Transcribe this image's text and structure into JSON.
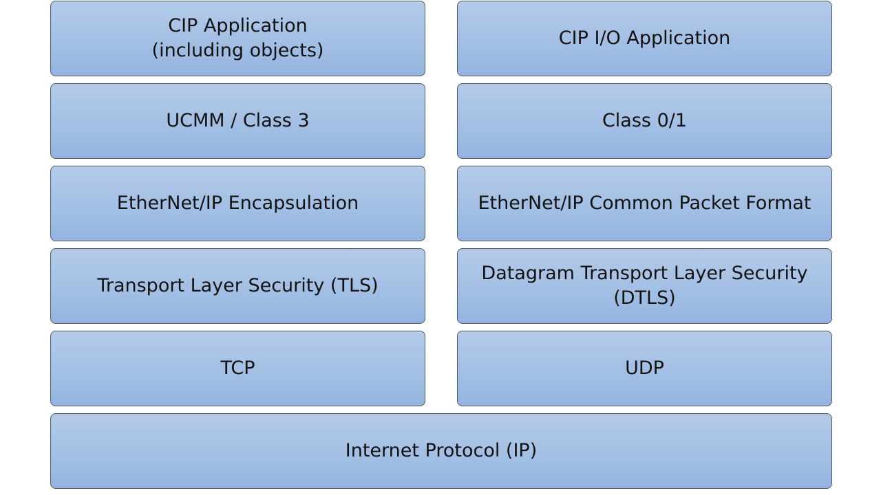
{
  "diagram": {
    "layers": {
      "cip_application": "CIP Application\n(including objects)",
      "cip_io_application": "CIP I/O Application",
      "ucmm_class3": "UCMM / Class 3",
      "class01": "Class 0/1",
      "enip_encapsulation": "EtherNet/IP Encapsulation",
      "enip_cpf": "EtherNet/IP Common Packet Format",
      "tls": "Transport Layer Security (TLS)",
      "dtls": "Datagram Transport Layer Security\n(DTLS)",
      "tcp": "TCP",
      "udp": "UDP",
      "ip": "Internet Protocol (IP)"
    },
    "colors": {
      "box_fill_top": "#b4cbe9",
      "box_fill_bottom": "#94b4e0",
      "box_border": "#4a5868",
      "text": "#111111"
    }
  }
}
